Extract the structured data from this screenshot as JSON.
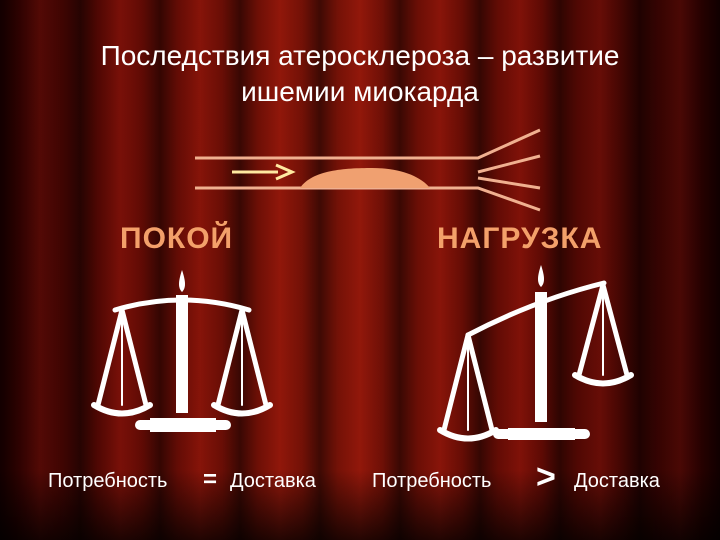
{
  "title": {
    "line1": "Последствия атеросклероза – развитие",
    "line2": "ишемии миокарда"
  },
  "states": {
    "rest": "ПОКОЙ",
    "load": "НАГРУЗКА"
  },
  "left_caption": {
    "demand": "Потребность",
    "operator": "=",
    "supply": "Доставка"
  },
  "right_caption": {
    "demand": "Потребность",
    "operator": ">",
    "supply": "Доставка"
  },
  "colors": {
    "accent": "#f3a06a",
    "plaque": "#f0a070",
    "vessel": "#f0b090",
    "arrow": "#ffe9a0",
    "scale": "#ffffff"
  }
}
